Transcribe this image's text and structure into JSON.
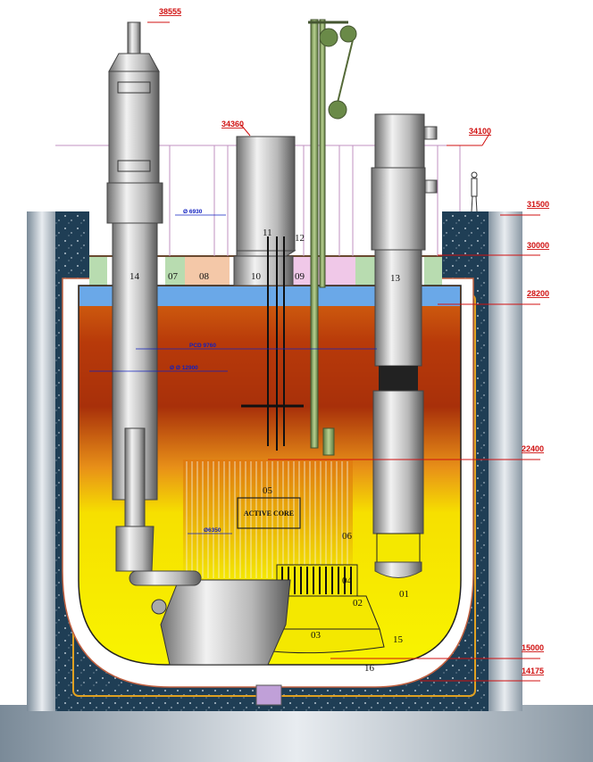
{
  "title": "Reactor pool cross-section",
  "elevations": {
    "e38555": "38555",
    "e34360": "34360",
    "e34100": "34100",
    "e31500": "31500",
    "e30000": "30000",
    "e28200": "28200",
    "e22400": "22400",
    "e15000": "15000",
    "e14175": "14175"
  },
  "dimensions": {
    "d6930": "Ø 6930",
    "pcd": "PCD 9760",
    "d12900": "Ø Ø 12900",
    "d6350": "Ø6350"
  },
  "components": {
    "c01": "01",
    "c02": "02",
    "c03": "03",
    "c04": "04",
    "c05": "05",
    "c06": "06",
    "c07": "07",
    "c08": "08",
    "c09": "09",
    "c10": "10",
    "c11": "11",
    "c12": "12",
    "c13": "13",
    "c14": "14",
    "c15": "15",
    "c16": "16"
  },
  "core_label": "ACTIVE CORE",
  "colors": {
    "elevation": "#d01010",
    "dimension": "#1020c0",
    "concrete": "#1f3e55",
    "coolant_hot": "#b83a0a",
    "coolant_cold": "#f6f000",
    "argon": "#6aa8e8"
  }
}
